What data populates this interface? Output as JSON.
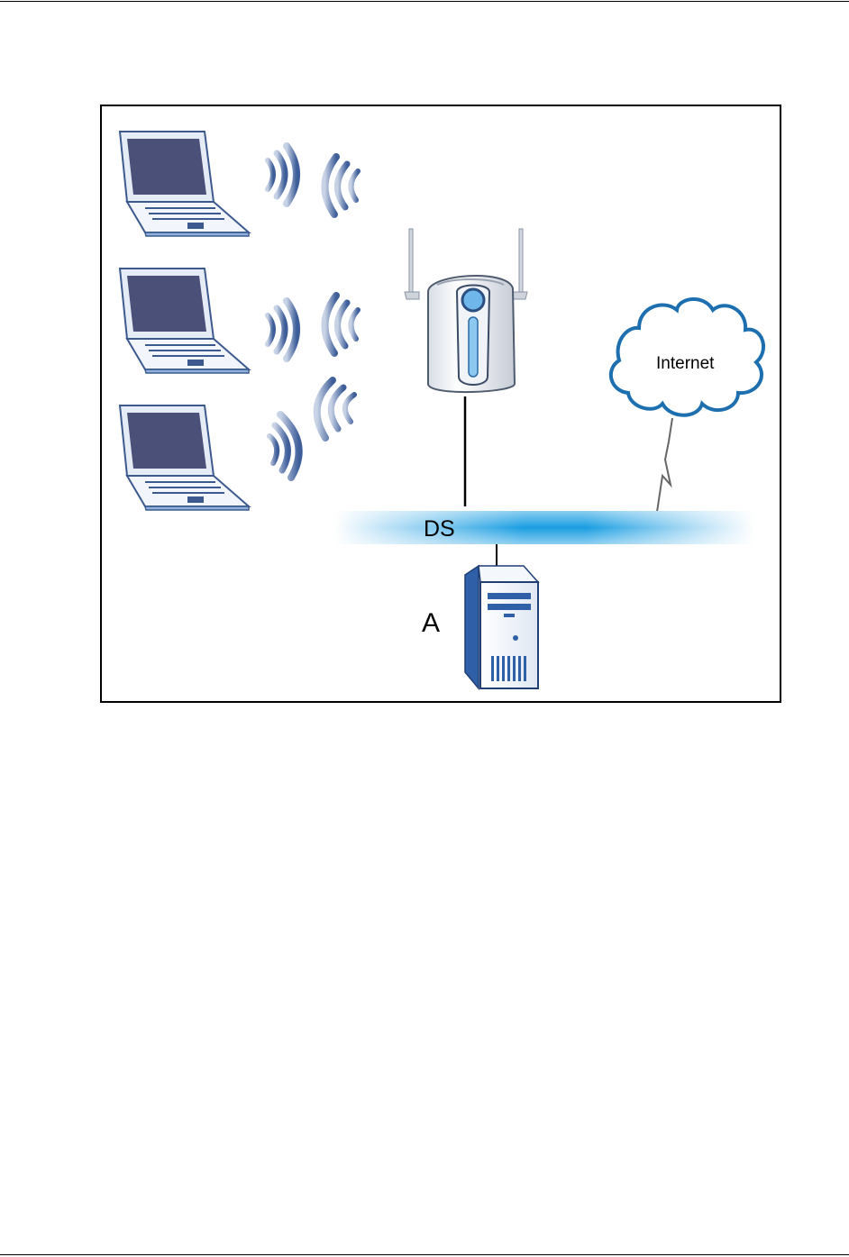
{
  "diagram": {
    "ds_label": "DS",
    "station_label": "A",
    "cloud_label": "Internet",
    "icons": [
      "laptop-icon",
      "laptop-icon",
      "laptop-icon",
      "wireless-signal-icon",
      "access-point-icon",
      "cloud-icon",
      "server-tower-icon"
    ],
    "colors": {
      "ds_bar": "#1aa0e0",
      "laptop_screen": "#4a5078",
      "laptop_body": "#e8eef8",
      "cloud_outline": "#1d6fb0",
      "server_blue": "#2f5fa6"
    }
  }
}
